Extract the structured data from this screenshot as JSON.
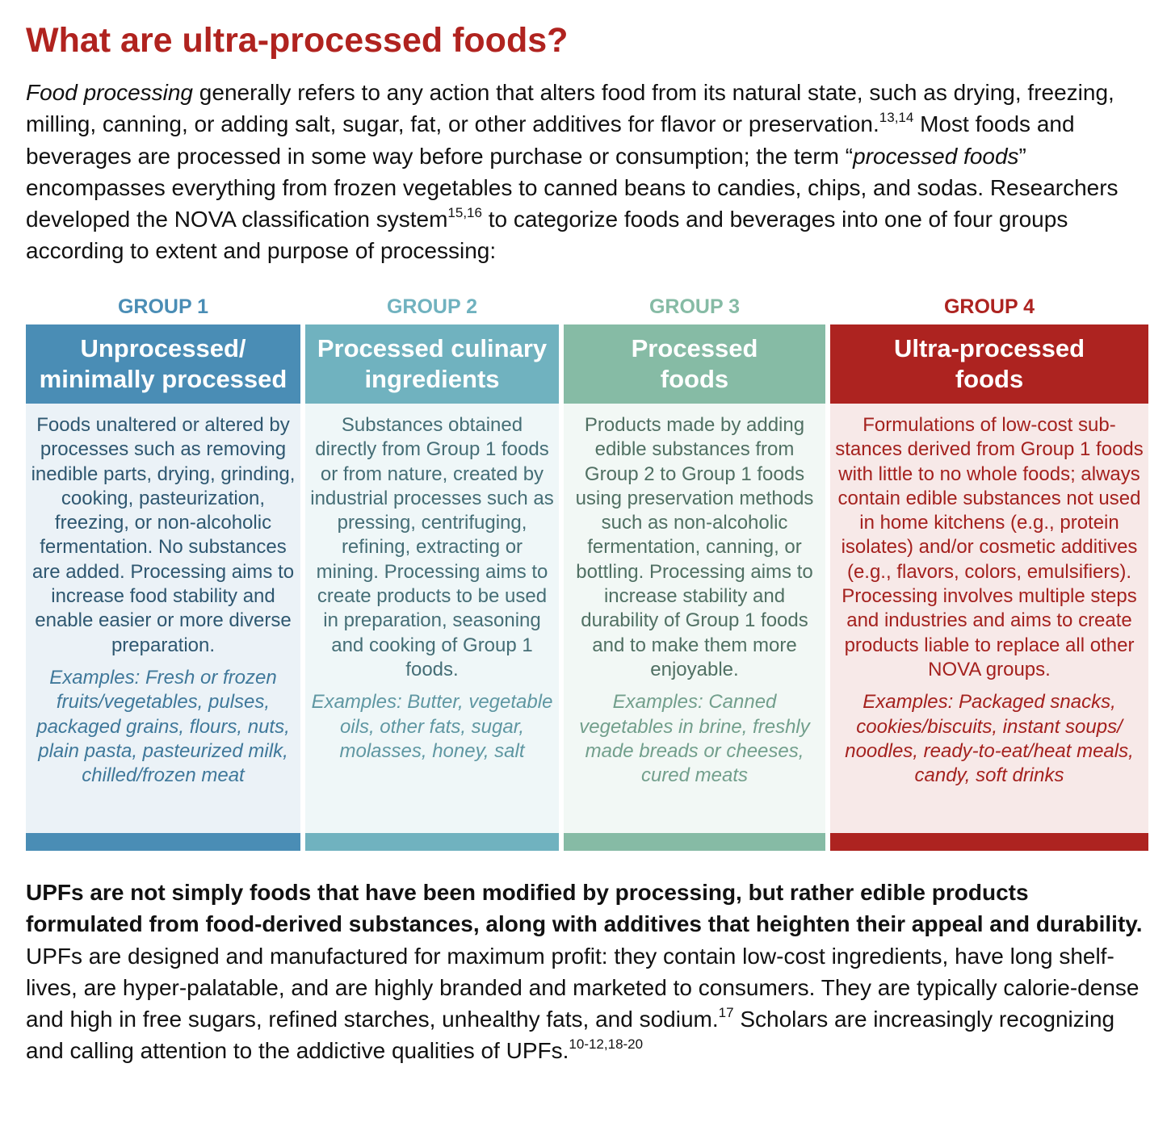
{
  "title": "What are ultra-processed foods?",
  "colors": {
    "title": "#b0231f",
    "group1": "#4a8db5",
    "group2": "#70b2bf",
    "group3": "#86bba5",
    "group4": "#ad2320"
  },
  "intro": {
    "em1": "Food processing",
    "t1": " generally refers to any action that alters food from its natural state, such as drying, freezing, milling, canning, or adding salt, sugar, fat, or other additives for flavor or preservation.",
    "ref1": "13,14",
    "t2": " Most foods and beverages are processed in some way before purchase or consumption; the term “",
    "em2": "processed foods",
    "t3": "” encompasses everything from frozen vegetables to canned beans to candies, chips, and sodas. Researchers developed the NOVA classification system",
    "ref2": "15,16",
    "t4": " to categorize foods and beverages into one of four groups according to extent and purpose of processing:"
  },
  "groups": [
    {
      "label": "GROUP 1",
      "title": "Unprocessed/\nminimally processed",
      "description": "Foods unaltered or altered by processes such as removing inedible parts, drying, grinding, cooking, pasteurization, freezing, or non-alcoholic fermentation. No substances are added. Processing aims to increase food stability and enable easier or more diverse preparation.",
      "examples": "Examples: Fresh or frozen fruits/vegetables, pulses, packaged grains, flours, nuts, plain pasta, pasteurized milk, chilled/frozen meat"
    },
    {
      "label": "GROUP 2",
      "title": "Processed culinary\ningredients",
      "description": "Substances obtained directly from Group 1 foods or from nature, created by industrial processes such as pressing, centrifuging, refining, extracting or mining. Processing aims to create products to be used in preparation, seasoning and cooking of Group 1 foods.",
      "examples": "Examples: Butter, vegetable oils, other fats, sugar, molasses, honey, salt"
    },
    {
      "label": "GROUP 3",
      "title": "Processed\nfoods",
      "description": "Products made by adding edible substances from Group 2 to Group 1 foods using preservation methods such as non-alcoholic fermentation, canning, or bottling. Processing aims to increase stability and durability of Group 1 foods and to make them more enjoyable.",
      "examples": "Examples: Canned vegetables in brine, freshly made breads or cheeses, cured meats"
    },
    {
      "label": "GROUP 4",
      "title": "Ultra-processed\nfoods",
      "description": "Formulations of low-cost sub-stances derived from Group 1 foods with little to no whole foods; always contain edible substances not used in home kitchens (e.g., protein isolates) and/or cosmetic additives (e.g., flavors, colors, emulsifiers). Processing involves multiple steps and industries and aims to create products liable to replace all other NOVA groups.",
      "examples": "Examples: Packaged snacks, cookies/biscuits, instant soups/ noodles, ready-to-eat/heat meals, candy, soft drinks"
    }
  ],
  "outro": {
    "bold": "UPFs are not simply foods that have been modified by processing, but rather edible products formulated from food-derived substances, along with additives that heighten their appeal and durability.",
    "t1": " UPFs are designed and manufactured for maximum profit: they contain low-cost ingredients, have long shelf-lives, are hyper-palatable, and are highly branded and marketed to consumers. They are typically calorie-dense and high in free sugars, refined starches, unhealthy fats, and sodium.",
    "ref1": "17",
    "t2": " Scholars are increasingly recognizing and calling attention to the addictive qualities of UPFs.",
    "ref2": "10-12,18-20"
  }
}
